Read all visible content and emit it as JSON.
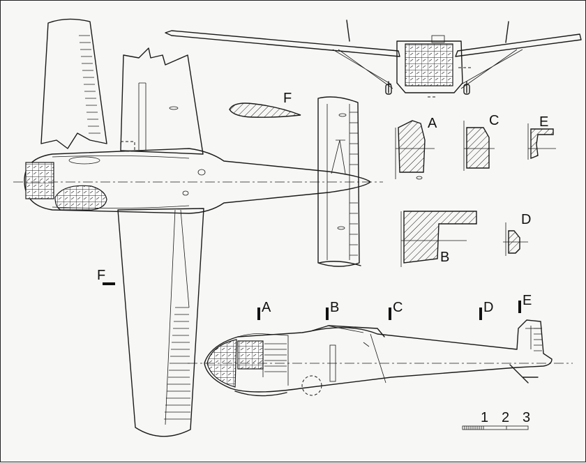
{
  "section_labels": {
    "a": "A",
    "b": "B",
    "c": "C",
    "d": "D",
    "e": "E",
    "f": "F"
  },
  "station_labels": [
    "A",
    "B",
    "C",
    "D",
    "E"
  ],
  "airfoil_label": "F",
  "scale": {
    "labels": [
      "1",
      "2",
      "3"
    ]
  },
  "colors": {
    "ink": "#1a1a1a",
    "paper": "#f7f7f5"
  }
}
